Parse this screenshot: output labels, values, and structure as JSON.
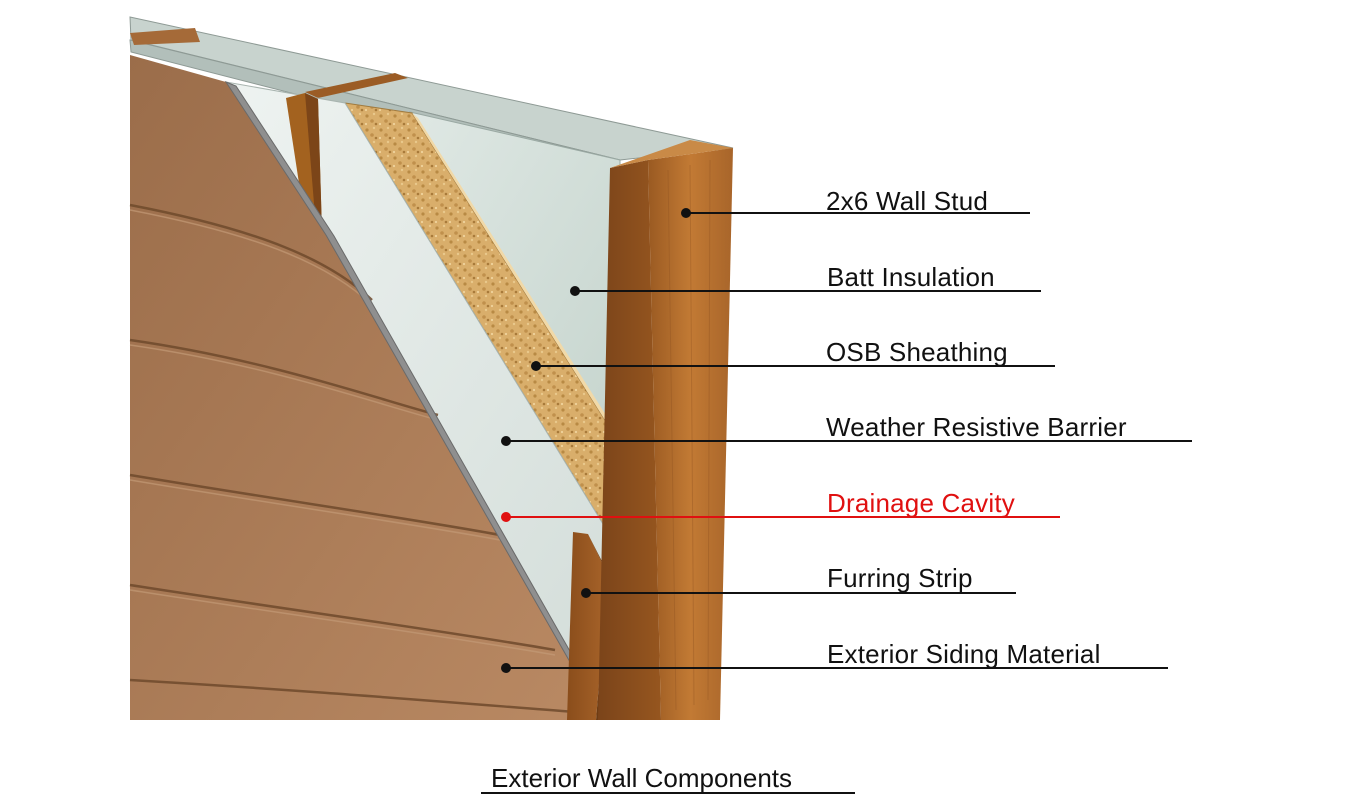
{
  "title": "Exterior Wall Components",
  "colors": {
    "label": "#111111",
    "highlight": "#e01010",
    "siding": "#a87a55",
    "siding_dark": "#7d5637",
    "wrb": "#dde6e2",
    "osb": "#d8ad6a",
    "insulation": "#cbd9d3",
    "stud": "#b8702c",
    "stud_dark": "#8a4f1c",
    "furring": "#9a5a24",
    "top_plate": "#c9d4cf"
  },
  "components": [
    {
      "id": "stud",
      "label": "2x6 Wall Stud",
      "highlight": false
    },
    {
      "id": "insulation",
      "label": "Batt Insulation",
      "highlight": false
    },
    {
      "id": "osb",
      "label": "OSB Sheathing",
      "highlight": false
    },
    {
      "id": "wrb",
      "label": "Weather Resistive Barrier",
      "highlight": false
    },
    {
      "id": "cavity",
      "label": "Drainage Cavity",
      "highlight": true
    },
    {
      "id": "furring",
      "label": "Furring Strip",
      "highlight": false
    },
    {
      "id": "siding",
      "label": "Exterior Siding Material",
      "highlight": false
    }
  ]
}
